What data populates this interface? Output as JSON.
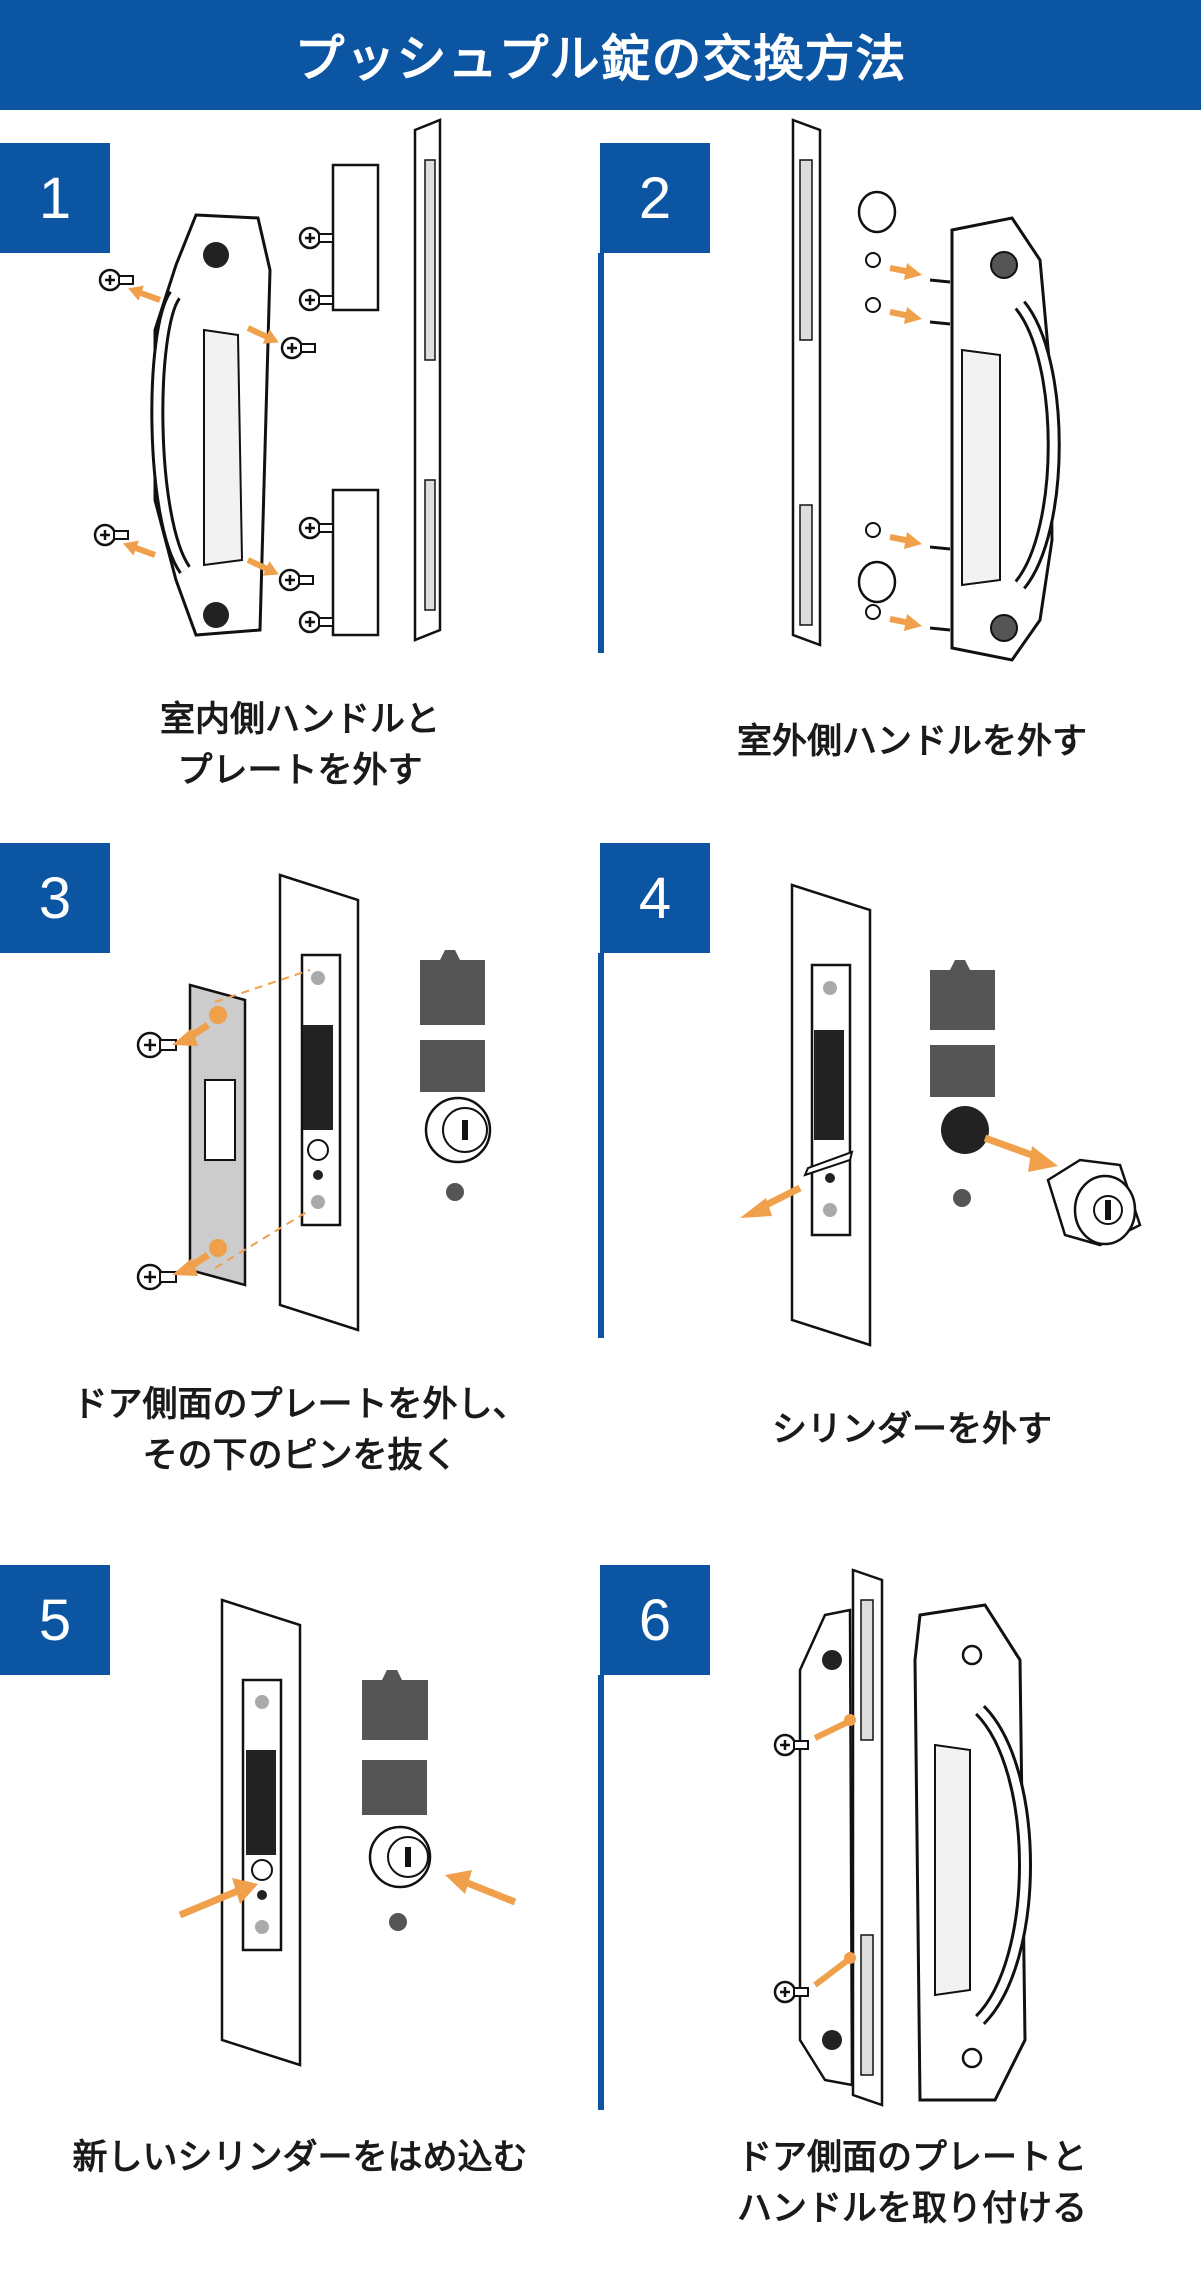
{
  "title": "プッシュプル錠の交換方法",
  "colors": {
    "header": "#0b55a3",
    "accent_arrow": "#f0a04b",
    "dark_block": "#555555",
    "text": "#1a1a1a"
  },
  "steps": [
    {
      "num": "1",
      "lines": [
        "室内側ハンドルと",
        "プレートを外す"
      ]
    },
    {
      "num": "2",
      "lines": [
        "室外側ハンドルを外す"
      ]
    },
    {
      "num": "3",
      "lines": [
        "ドア側面のプレートを外し、",
        "その下のピンを抜く"
      ]
    },
    {
      "num": "4",
      "lines": [
        "シリンダーを外す"
      ]
    },
    {
      "num": "5",
      "lines": [
        "新しいシリンダーをはめ込む"
      ]
    },
    {
      "num": "6",
      "lines": [
        "ドア側面のプレートと",
        "ハンドルを取り付ける"
      ]
    }
  ]
}
